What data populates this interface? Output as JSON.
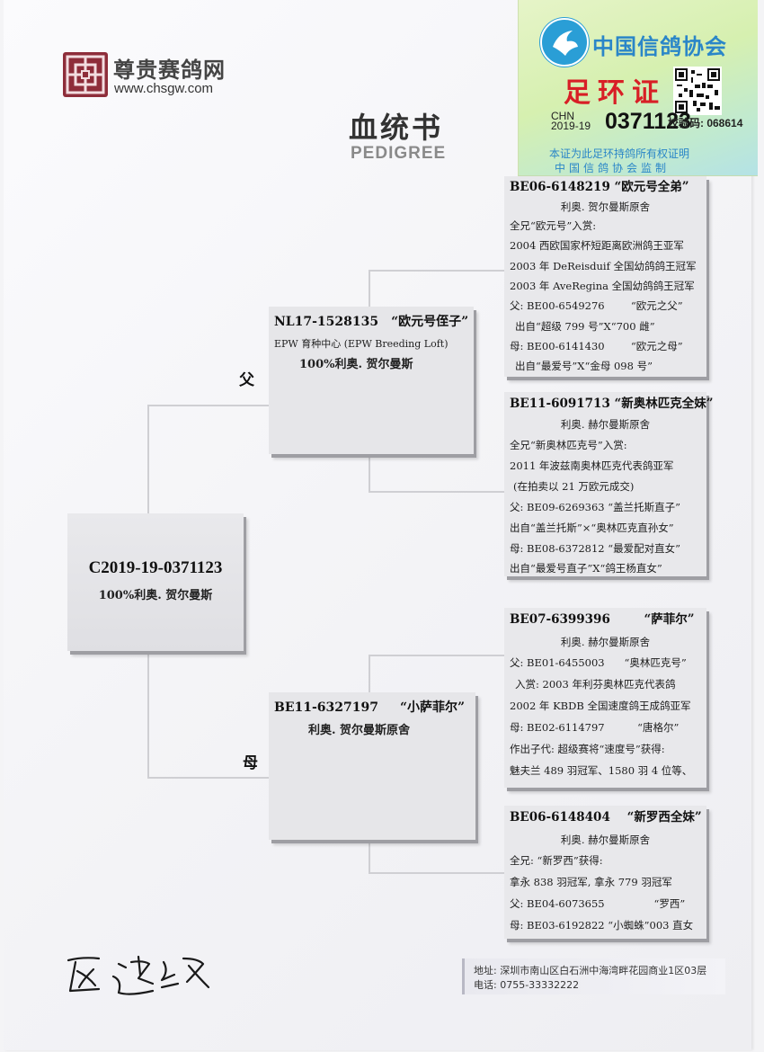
{
  "brand": {
    "name": "尊贵赛鸽网",
    "url": "www.chsgw.com",
    "mark_color": "#8e2d3a"
  },
  "title": {
    "main": "血统书",
    "sub": "PEDIGREE"
  },
  "certificate": {
    "association": "中国信鸽协会",
    "name": "足环证",
    "prefix_top": "CHN",
    "prefix_bottom": "2019-19",
    "serial": "0371123",
    "check_code": "校验码: 068614",
    "note1": "本证为此足环持鸽所有权证明",
    "note2": "中国信鸽协会监制",
    "accent_color": "#2a86c8",
    "name_color": "#d81f26"
  },
  "self": {
    "ring": "C2019-19-0371123",
    "desc": "100%利奥. 贺尔曼斯"
  },
  "sire": {
    "gender": "父",
    "ring": "NL17-1528135",
    "name": "“欧元号侄子”",
    "line1": "EPW 育种中心 (EPW Breeding Loft)",
    "line2": "100%利奥. 贺尔曼斯"
  },
  "dam": {
    "gender": "母",
    "ring": "BE11-6327197",
    "name": "“小萨菲尔”",
    "line1": "利奥. 贺尔曼斯原舍"
  },
  "sire_sire": {
    "header": "BE06-6148219  “欧元号全弟”",
    "lines": [
      "利奥. 贺尔曼斯原舍",
      "全兄“欧元号”入赏:",
      "2004 西欧国家杯短距离欧洲鸽王亚军",
      "2003 年 DeReisduif 全国幼鸽鸽王冠军",
      "2003 年 AveRegina 全国幼鸽鸽王冠军",
      "父: BE00-6549276        “欧元之父”",
      "出自“超级 799 号”X“700 雌”",
      "母: BE00-6141430        “欧元之母”",
      "出自“最爱号”X“金母 098 号”"
    ]
  },
  "sire_dam": {
    "header": "BE11-6091713 “新奥林匹克全妹”",
    "lines": [
      "利奥. 赫尔曼斯原舍",
      "全兄“新奥林匹克号”入赏:",
      "2011 年波兹南奥林匹克代表鸽亚军",
      "(在拍卖以 21 万欧元成交)",
      "父: BE09-6269363 “盖兰托斯直子”",
      "出自“盖兰托斯”×“奥林匹克直孙女”",
      "母: BE08-6372812 “最爱配对直女”",
      "出自“最爱号直子”X“鸽王杨直女”"
    ]
  },
  "dam_sire": {
    "header": "BE07-6399396        “萨菲尔”",
    "lines": [
      "利奥. 赫尔曼斯原舍",
      "父: BE01-6455003      “奥林匹克号”",
      "入赏: 2003 年利芬奥林匹克代表鸽",
      "2002 年 KBDB 全国速度鸽王成鸽亚军",
      "母: BE02-6114797          “唐格尔”",
      "作出子代: 超级赛将“速度号”获得:",
      "魅夫兰 489 羽冠军、1580 羽 4 位等、"
    ]
  },
  "dam_dam": {
    "header": "BE06-6148404    “新罗西全妹”",
    "lines": [
      "利奥. 赫尔曼斯原舍",
      "全兄: “新罗西”获得:",
      "拿永 838 羽冠军, 拿永 779 羽冠军",
      "父: BE04-6073655               “罗西”",
      "母: BE03-6192822 “小蜘蛛”003 直女"
    ]
  },
  "contact": {
    "address": "地址: 深圳市南山区白石洲中海湾畔花园商业1区03层",
    "phone": "电话: 0755-33332222"
  },
  "signature": {
    "text": "区达级"
  }
}
